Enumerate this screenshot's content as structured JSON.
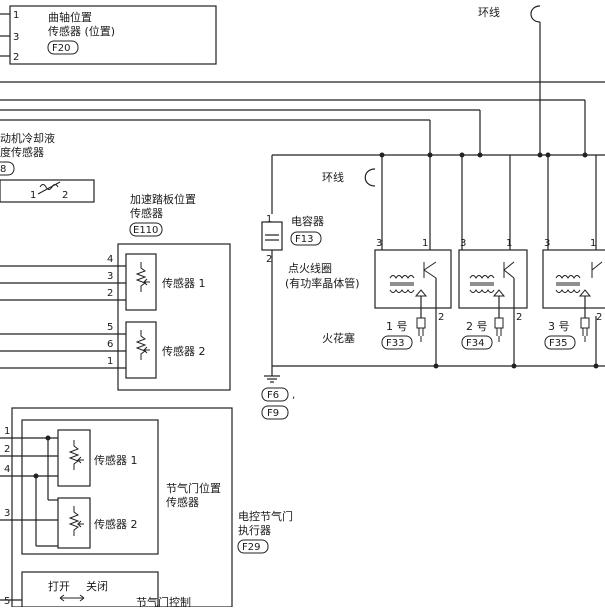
{
  "colors": {
    "line": "#222222",
    "background": "#ffffff"
  },
  "crank_sensor": {
    "line1": "曲轴位置",
    "line2": "传感器 (位置)",
    "connector": "F20",
    "pins": [
      "1",
      "3",
      "2"
    ]
  },
  "ring_top": {
    "label": "环线"
  },
  "coolant_sensor": {
    "line1": "动机冷却液",
    "line2": "度传感器",
    "connector": "8",
    "pins": [
      "1",
      "2"
    ]
  },
  "accel_sensor": {
    "line1": "加速踏板位置",
    "line2": "传感器",
    "connector": "E110",
    "sensor1": "传感器 1",
    "sensor2": "传感器 2",
    "pins_s1": [
      "4",
      "3",
      "2"
    ],
    "pins_s2": [
      "5",
      "6",
      "1"
    ]
  },
  "ring_mid": {
    "label": "环线"
  },
  "capacitor": {
    "label": "电容器",
    "connector": "F13",
    "pins": [
      "1",
      "2"
    ]
  },
  "ignition": {
    "line1": "点火线圈",
    "line2": "(有功率晶体管)",
    "spark_plug": "火花塞",
    "coils": [
      {
        "num": "1 号",
        "connector": "F33",
        "pins": [
          "3",
          "1",
          "2"
        ]
      },
      {
        "num": "2 号",
        "connector": "F34",
        "pins": [
          "3",
          "1",
          "2"
        ]
      },
      {
        "num": "3 号",
        "connector": "F35",
        "pins": [
          "3",
          "1",
          "2"
        ]
      }
    ]
  },
  "ground": {
    "connector_a": "F6",
    "sep": ",",
    "connector_b": "F9"
  },
  "throttle_sensor": {
    "line1": "节气门位置",
    "line2": "传感器",
    "sensor1": "传感器 1",
    "sensor2": "传感器 2",
    "pins": [
      "1",
      "2",
      "4",
      "3"
    ]
  },
  "throttle_actuator": {
    "line1": "电控节气门",
    "line2": "执行器",
    "connector": "F29"
  },
  "throttle_control": {
    "open": "打开",
    "close": "关闭",
    "label": "节气门控制",
    "pin": "5"
  }
}
